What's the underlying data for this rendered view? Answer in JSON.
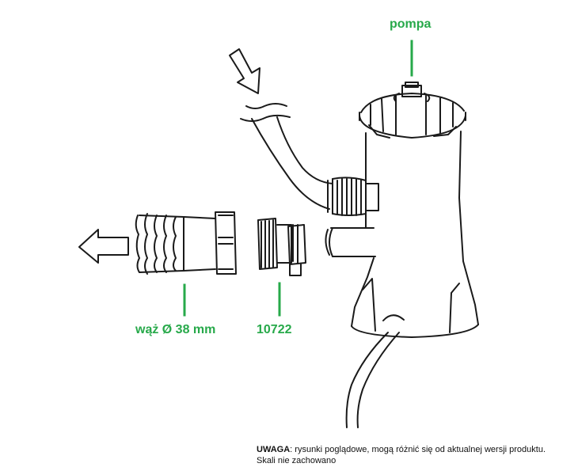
{
  "labels": {
    "pump": "pompa",
    "hose": "wąż Ø 38 mm",
    "adapter_code": "10722"
  },
  "note": {
    "prefix": "UWAGA",
    "line1": ": rysunki poglądowe, mogą różnić się od aktualnej wersji produktu.",
    "line2": "Skali nie zachowano"
  },
  "colors": {
    "label_green": "#27a94a",
    "line_black": "#1a1a1a"
  },
  "icons": {
    "inflow_arrow": "arrow-down-right-icon",
    "outflow_arrow": "arrow-left-icon"
  }
}
